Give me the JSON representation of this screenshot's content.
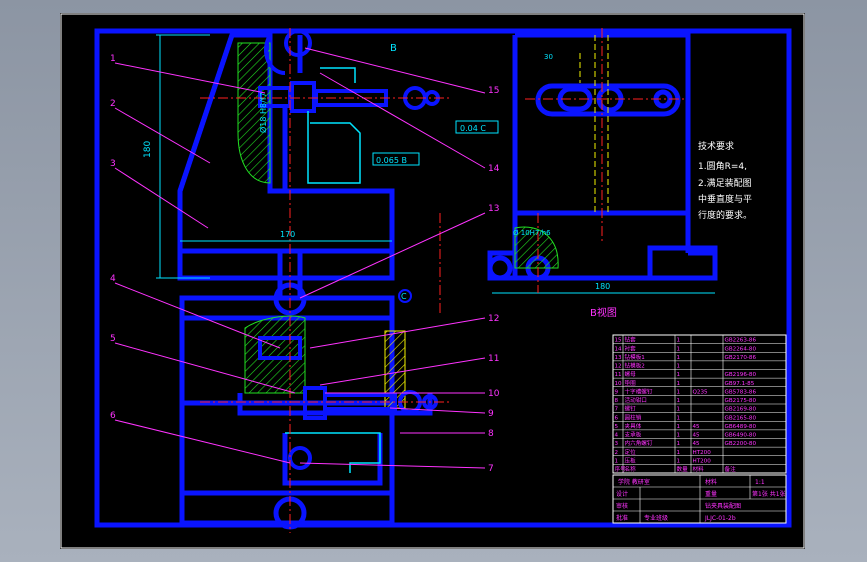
{
  "drawing": {
    "callouts": [
      "1",
      "2",
      "3",
      "4",
      "5",
      "6",
      "7",
      "8",
      "9",
      "10",
      "11",
      "12",
      "13",
      "14",
      "15"
    ],
    "section_mark": "B",
    "view_label": "B视图",
    "dim_height": "180",
    "dim_width_main": "170",
    "dim_width_view": "180",
    "dim_bore": "Ø 10H7/h6",
    "dim_side_v1": "Ø18 H8/f7",
    "dim_top_v": "30",
    "tol_1": "0.04 C",
    "tol_2": "0.065 B",
    "datum_c": "C",
    "notes": {
      "title": "技术要求",
      "line1": "1.圆角R=4,",
      "line2": "2.满足装配图",
      "line3": "中垂直度与平",
      "line4": "行度的要求。"
    },
    "bom_rows": [
      [
        "15",
        "钻套",
        "1",
        "",
        "GB2263-86"
      ],
      [
        "14",
        "衬套",
        "1",
        "",
        "GB2264-80"
      ],
      [
        "13",
        "钻模板1",
        "1",
        "",
        "GB2170-86"
      ],
      [
        "12",
        "钻模板2",
        "1",
        "",
        ""
      ],
      [
        "11",
        "螺母",
        "1",
        "",
        "GB2196-80"
      ],
      [
        "10",
        "垫圈",
        "1",
        "",
        "GB97.1-85"
      ],
      [
        "9",
        "十字槽螺钉",
        "1",
        "Q235",
        "GB5783-86"
      ],
      [
        "8",
        "活动钳口",
        "1",
        "",
        "GB2175-80"
      ],
      [
        "7",
        "螺钉",
        "1",
        "",
        "GB2169-80"
      ],
      [
        "6",
        "圆柱销",
        "1",
        "",
        "GB2165-80"
      ],
      [
        "5",
        "夹具体",
        "1",
        "45",
        "GB6489-80"
      ],
      [
        "4",
        "支承板",
        "1",
        "45",
        "GB6490-80"
      ],
      [
        "3",
        "内六角螺钉",
        "1",
        "45",
        "GB2200-80"
      ],
      [
        "2",
        "定位",
        "1",
        "HT200",
        ""
      ],
      [
        "1",
        "压板",
        "1",
        "HT200",
        ""
      ],
      [
        "序号",
        "名称",
        "数量",
        "材料",
        "备注"
      ]
    ],
    "title_block": {
      "scale": "1:1",
      "sheet": "第1张 共1张",
      "design": "设计",
      "check": "审核",
      "approve": "批准",
      "school": "专业班级",
      "name": "钻夹具装配图",
      "code": "JLJC-01-2b",
      "material": "材料",
      "weight": "重量",
      "unit": "学院 教研室"
    }
  }
}
